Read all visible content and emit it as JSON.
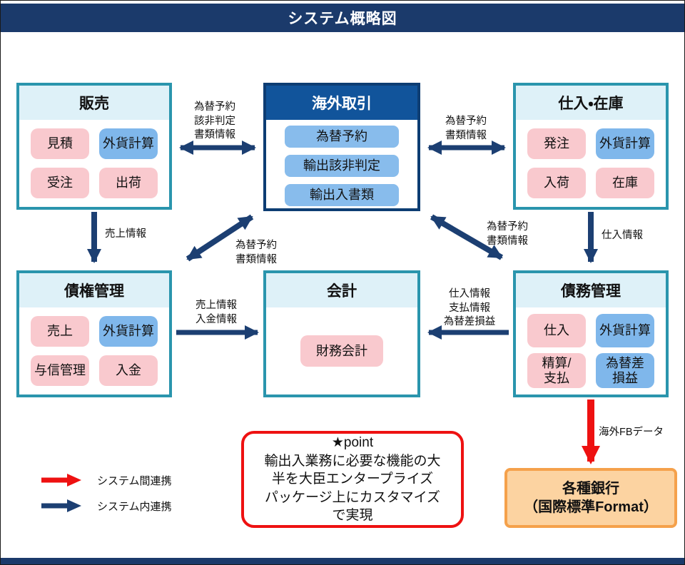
{
  "header": {
    "title": "システム概略図"
  },
  "modules": {
    "sales": {
      "title": "販売",
      "pills": {
        "p1": "見積",
        "p2": "外貨計算",
        "p3": "受注",
        "p4": "出荷"
      }
    },
    "overseas": {
      "title": "海外取引",
      "pills": {
        "p1": "為替予約",
        "p2": "輸出該非判定",
        "p3": "輸出入書類"
      }
    },
    "purchase": {
      "title": "仕入・在庫",
      "pills": {
        "p1": "発注",
        "p2": "外貨計算",
        "p3": "入荷",
        "p4": "在庫"
      }
    },
    "receivables": {
      "title": "債権管理",
      "pills": {
        "p1": "売上",
        "p2": "外貨計算",
        "p3": "与信管理",
        "p4": "入金"
      }
    },
    "accounting": {
      "title": "会計",
      "pills": {
        "p1": "財務会計"
      }
    },
    "payables": {
      "title": "債務管理",
      "pills": {
        "p1": "仕入",
        "p2": "外貨計算",
        "p3": "精算/\n支払",
        "p4": "為替差\n損益"
      }
    }
  },
  "arrow_labels": {
    "sales_overseas": "為替予約\n該非判定\n書類情報",
    "overseas_purchase": "為替予約\n書類情報",
    "sales_receivables": "売上情報",
    "purchase_payables": "仕入情報",
    "overseas_receivables": "為替予約\n書類情報",
    "overseas_payables": "為替予約\n書類情報",
    "receivables_accounting": "売上情報\n入金情報",
    "payables_accounting": "仕入情報\n支払情報\n為替差損益",
    "payables_bank": "海外FBデータ"
  },
  "point_box": {
    "text": "★point\n輸出入業務に必要な機能の大\n半を大臣エンタープライズ\nパッケージ上にカスタマイズ\nで実現"
  },
  "bank_box": {
    "text": "各種銀行\n（国際標準Format）"
  },
  "legend": {
    "inter_system": "システム間連携",
    "intra_system": "システム内連携"
  },
  "colors": {
    "navy": "#1b3a6b",
    "arrow_navy": "#1c3f72",
    "teal_border": "#2a95ad",
    "light_header": "#def1f8",
    "center_header": "#11549b",
    "center_border": "#0d3d73",
    "pink_pill": "#f9c9ce",
    "blue_pill": "#7fb7eb",
    "red": "#ee1111",
    "orange_border": "#f5a14b",
    "orange_fill": "#fcd3a1"
  }
}
